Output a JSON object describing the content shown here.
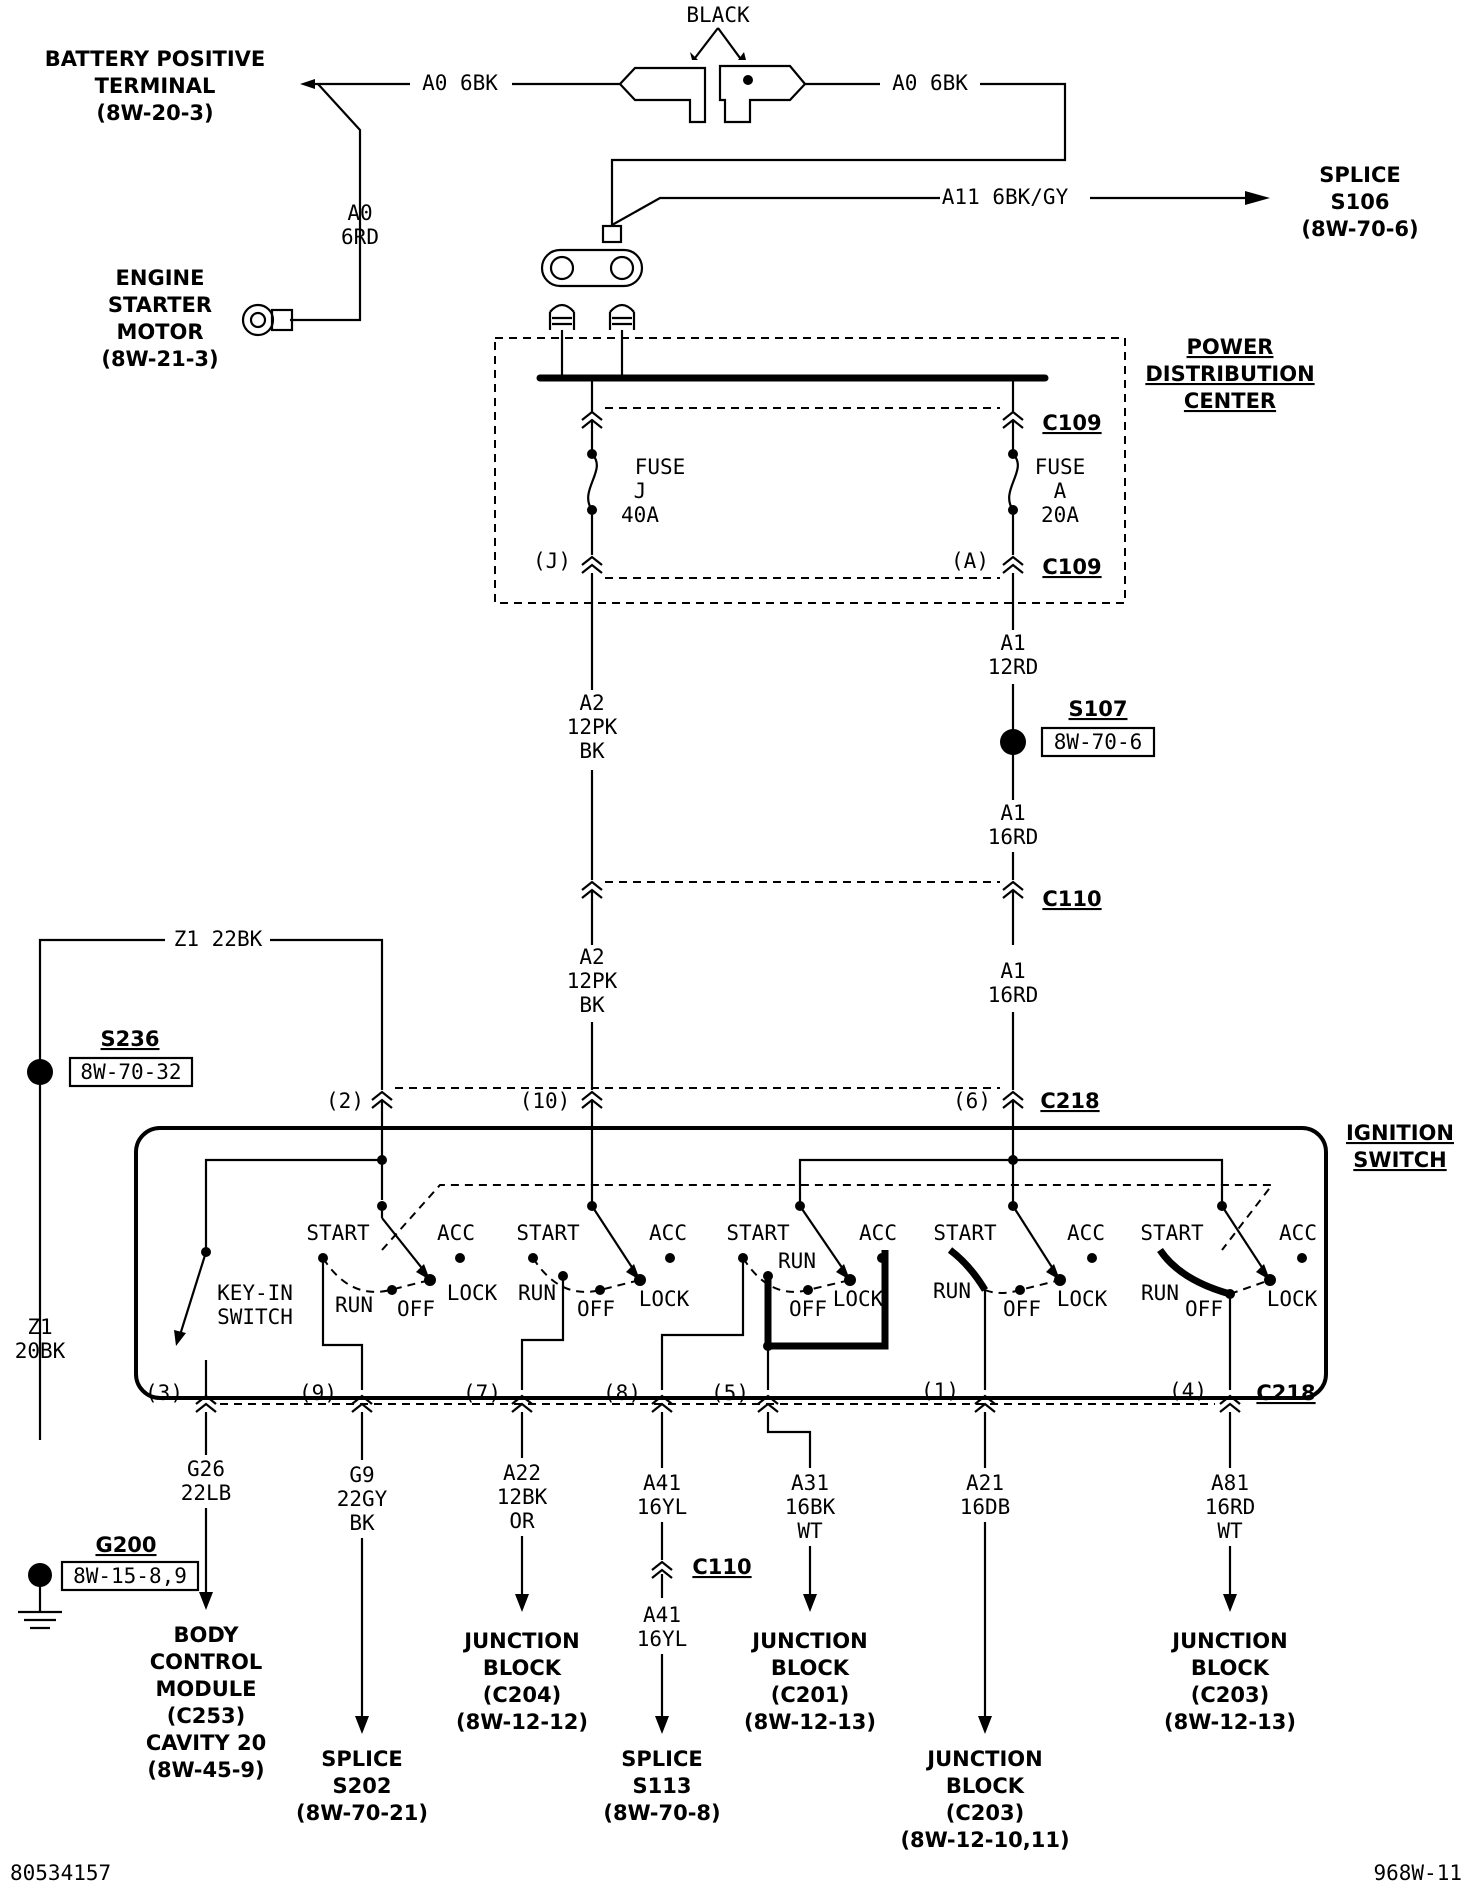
{
  "labels": {
    "black": "BLACK",
    "battery_l1": "BATTERY POSITIVE",
    "battery_l2": "TERMINAL",
    "battery_l3": "(8W-20-3)",
    "a0_left": "A0 6BK",
    "a0_right": "A0 6BK",
    "a0_v1": "A0",
    "a0_v2": "6RD",
    "starter_l1": "ENGINE",
    "starter_l2": "STARTER",
    "starter_l3": "MOTOR",
    "starter_l4": "(8W-21-3)",
    "a11": "A11 6BK/GY",
    "s106_l1": "SPLICE",
    "s106_l2": "S106",
    "s106_l3": "(8W-70-6)",
    "pdc_l1": "POWER",
    "pdc_l2": "DISTRIBUTION",
    "pdc_l3": "CENTER",
    "c109_top": "C109",
    "c109_bot": "C109",
    "fuse_j_l1": "FUSE",
    "fuse_j_l2": "J",
    "fuse_j_l3": "40A",
    "fuse_a_l1": "FUSE",
    "fuse_a_l2": "A",
    "fuse_a_l3": "20A",
    "pin_j": "(J)",
    "pin_a": "(A)",
    "a1_1": "A1",
    "rd12": "12RD",
    "s107": "S107",
    "s107_ref": "8W-70-6",
    "a1_2": "A1",
    "rd16_1": "16RD",
    "a2_1": "A2",
    "pk12_1": "12PK",
    "bk_1": "BK",
    "c110_top": "C110",
    "z1_top": "Z1 22BK",
    "a2_2": "A2",
    "pk12_2": "12PK",
    "bk_2": "BK",
    "a1_3": "A1",
    "rd16_2": "16RD",
    "s236": "S236",
    "s236_ref": "8W-70-32",
    "c218_top": "C218",
    "pin_2": "(2)",
    "pin_10": "(10)",
    "pin_6": "(6)",
    "ign_l1": "IGNITION",
    "ign_l2": "SWITCH",
    "keyin_l1": "KEY-IN",
    "keyin_l2": "SWITCH",
    "start": "START",
    "acc": "ACC",
    "run": "RUN",
    "off": "OFF",
    "lock": "LOCK",
    "z1_v1": "Z1",
    "z1_v2": "20BK",
    "pin_3": "(3)",
    "pin_9": "(9)",
    "pin_7": "(7)",
    "pin_8": "(8)",
    "pin_5": "(5)",
    "pin_1": "(1)",
    "pin_4": "(4)",
    "c218_bot": "C218",
    "g26": "G26",
    "lb22": "22LB",
    "g9": "G9",
    "gy22": "22GY",
    "bk_3": "BK",
    "a22": "A22",
    "bk12": "12BK",
    "or": "OR",
    "a41_1": "A41",
    "yl16_1": "16YL",
    "c110_bot": "C110",
    "a41_2": "A41",
    "yl16_2": "16YL",
    "a31": "A31",
    "bk16": "16BK",
    "wt_1": "WT",
    "a21": "A21",
    "db16": "16DB",
    "a81": "A81",
    "rd16_3": "16RD",
    "wt_2": "WT",
    "g200": "G200",
    "g200_ref": "8W-15-8,9",
    "bcm_l1": "BODY",
    "bcm_l2": "CONTROL",
    "bcm_l3": "MODULE",
    "bcm_l4": "(C253)",
    "bcm_l5": "CAVITY 20",
    "bcm_l6": "(8W-45-9)",
    "s202_l1": "SPLICE",
    "s202_l2": "S202",
    "s202_l3": "(8W-70-21)",
    "jb204_l1": "JUNCTION",
    "jb204_l2": "BLOCK",
    "jb204_l3": "(C204)",
    "jb204_l4": "(8W-12-12)",
    "s113_l1": "SPLICE",
    "s113_l2": "S113",
    "s113_l3": "(8W-70-8)",
    "jb201_l1": "JUNCTION",
    "jb201_l2": "BLOCK",
    "jb201_l3": "(C201)",
    "jb201_l4": "(8W-12-13)",
    "jb203a_l1": "JUNCTION",
    "jb203a_l2": "BLOCK",
    "jb203a_l3": "(C203)",
    "jb203a_l4": "(8W-12-10,11)",
    "jb203b_l1": "JUNCTION",
    "jb203b_l2": "BLOCK",
    "jb203b_l3": "(C203)",
    "jb203b_l4": "(8W-12-13)",
    "doc_id": "80534157",
    "page_id": "968W-11"
  }
}
